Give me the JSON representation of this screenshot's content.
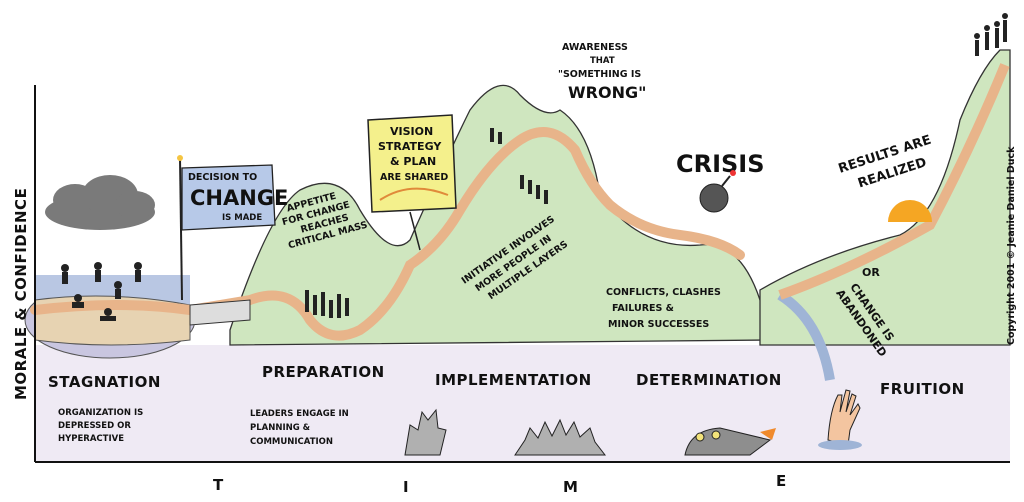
{
  "axis": {
    "y_label": "MORALE & CONFIDENCE",
    "x_letters": [
      "T",
      "I",
      "M",
      "E"
    ]
  },
  "phases": [
    {
      "name": "STAGNATION",
      "desc": [
        "ORGANIZATION IS",
        "DEPRESSED OR",
        "HYPERACTIVE"
      ]
    },
    {
      "name": "PREPARATION",
      "desc": [
        "LEADERS ENGAGE IN",
        "PLANNING &",
        "COMMUNICATION"
      ]
    },
    {
      "name": "IMPLEMENTATION",
      "desc": []
    },
    {
      "name": "DETERMINATION",
      "desc": []
    },
    {
      "name": "FRUITION",
      "desc": []
    }
  ],
  "flag": {
    "line1": "DECISION TO",
    "line2": "CHANGE",
    "line3": "IS MADE"
  },
  "sign": {
    "line1": "VISION",
    "line2": "STRATEGY",
    "line3": "& PLAN",
    "line4": "ARE SHARED"
  },
  "annotations": {
    "appetite": [
      "APPETITE",
      "FOR CHANGE",
      "REACHES",
      "CRITICAL MASS"
    ],
    "initiative": [
      "INITIATIVE INVOLVES",
      "MORE PEOPLE IN",
      "MULTIPLE LAYERS"
    ],
    "awareness": [
      "AWARENESS",
      "THAT",
      "\"SOMETHING IS",
      "WRONG\""
    ],
    "crisis": "CRISIS",
    "conflicts": [
      "CONFLICTS, CLASHES",
      "FAILURES &",
      "MINOR SUCCESSES"
    ],
    "results": [
      "RESULTS ARE",
      "REALIZED"
    ],
    "or": "OR",
    "abandoned": [
      "CHANGE IS",
      "ABANDONED"
    ]
  },
  "copyright": "Copyright 2001 © Jeanie Daniel Duck",
  "colors": {
    "hill": "#cfe6bf",
    "hill_dark": "#a9cf93",
    "road": "#e8b48a",
    "road_blue": "#9fb4d6",
    "ground": "#ece6f2",
    "sky_haze": "#d9dfee",
    "sign": "#f4f08c",
    "flag": "#b7c9e8",
    "sun": "#f5a623",
    "cloud": "#7a7a7a"
  }
}
